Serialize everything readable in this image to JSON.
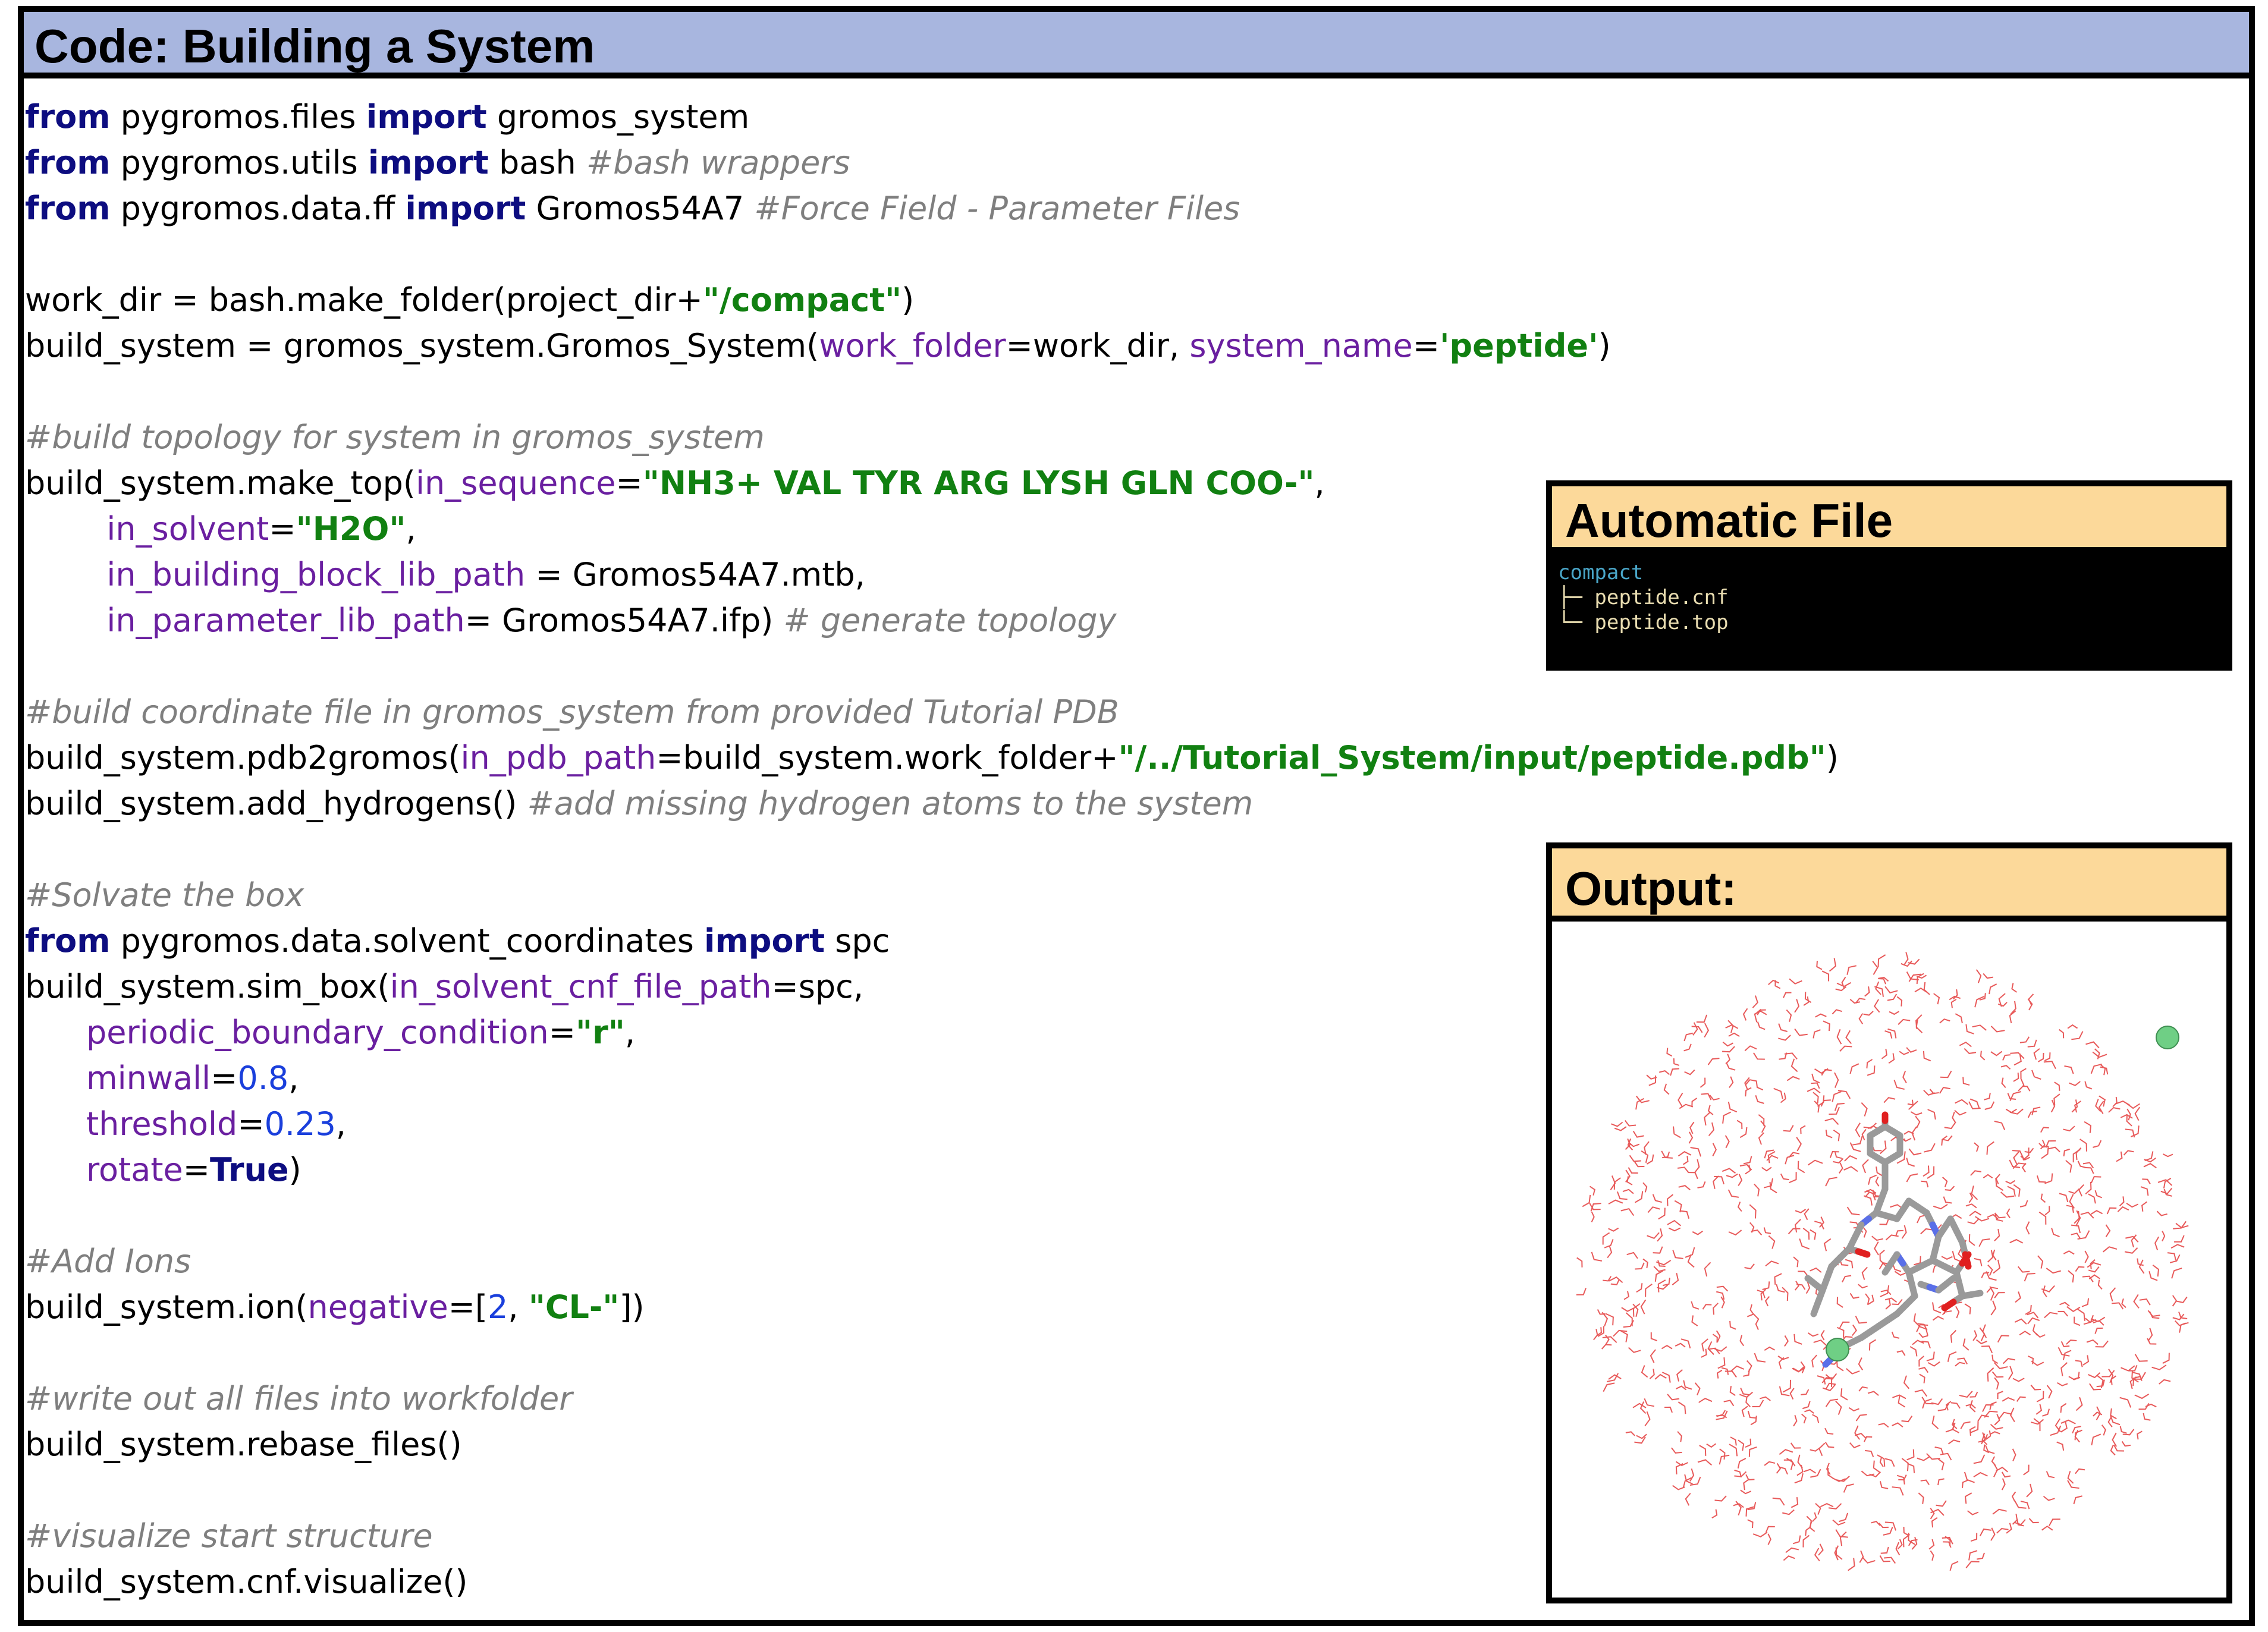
{
  "title": "Code: Building a System",
  "code_lines": [
    [
      {
        "t": "from",
        "c": "kw"
      },
      {
        "t": " pygromos.files "
      },
      {
        "t": "import",
        "c": "kw"
      },
      {
        "t": " gromos_system"
      }
    ],
    [
      {
        "t": "from",
        "c": "kw"
      },
      {
        "t": " pygromos.utils "
      },
      {
        "t": "import",
        "c": "kw"
      },
      {
        "t": " bash "
      },
      {
        "t": "#bash wrappers",
        "c": "cm"
      }
    ],
    [
      {
        "t": "from",
        "c": "kw"
      },
      {
        "t": " pygromos.data.ff "
      },
      {
        "t": "import",
        "c": "kw"
      },
      {
        "t": " Gromos54A7 "
      },
      {
        "t": "#Force Field - Parameter Files",
        "c": "cm"
      }
    ],
    [],
    [
      {
        "t": "work_dir = bash.make_folder(project_dir+"
      },
      {
        "t": "\"/compact\"",
        "c": "st"
      },
      {
        "t": ")"
      }
    ],
    [
      {
        "t": "build_system = gromos_system.Gromos_System("
      },
      {
        "t": "work_folder",
        "c": "pa"
      },
      {
        "t": "=work_dir, "
      },
      {
        "t": "system_name",
        "c": "pa"
      },
      {
        "t": "="
      },
      {
        "t": "'peptide'",
        "c": "st"
      },
      {
        "t": ")"
      }
    ],
    [],
    [
      {
        "t": "#build topology for system in gromos_system",
        "c": "cm"
      }
    ],
    [
      {
        "t": "build_system.make_top("
      },
      {
        "t": "in_sequence",
        "c": "pa"
      },
      {
        "t": "="
      },
      {
        "t": "\"NH3+ VAL TYR ARG LYSH GLN COO-\"",
        "c": "st"
      },
      {
        "t": ","
      }
    ],
    [
      {
        "t": "        "
      },
      {
        "t": "in_solvent",
        "c": "pa"
      },
      {
        "t": "="
      },
      {
        "t": "\"H2O\"",
        "c": "st"
      },
      {
        "t": ","
      }
    ],
    [
      {
        "t": "        "
      },
      {
        "t": "in_building_block_lib_path",
        "c": "pa"
      },
      {
        "t": " = Gromos54A7.mtb,"
      }
    ],
    [
      {
        "t": "        "
      },
      {
        "t": "in_parameter_lib_path",
        "c": "pa"
      },
      {
        "t": "= Gromos54A7.ifp) "
      },
      {
        "t": "# generate topology",
        "c": "cm"
      }
    ],
    [],
    [
      {
        "t": "#build coordinate file in gromos_system from provided Tutorial PDB",
        "c": "cm"
      }
    ],
    [
      {
        "t": "build_system.pdb2gromos("
      },
      {
        "t": "in_pdb_path",
        "c": "pa"
      },
      {
        "t": "=build_system.work_folder+"
      },
      {
        "t": "\"/../Tutorial_System/input/peptide.pdb\"",
        "c": "st"
      },
      {
        "t": ")"
      }
    ],
    [
      {
        "t": "build_system.add_hydrogens() "
      },
      {
        "t": "#add missing hydrogen atoms to the system",
        "c": "cm"
      }
    ],
    [],
    [
      {
        "t": "#Solvate the box",
        "c": "cm"
      }
    ],
    [
      {
        "t": "from",
        "c": "kw"
      },
      {
        "t": " pygromos.data.solvent_coordinates "
      },
      {
        "t": "import",
        "c": "kw"
      },
      {
        "t": " spc"
      }
    ],
    [
      {
        "t": "build_system.sim_box("
      },
      {
        "t": "in_solvent_cnf_file_path",
        "c": "pa"
      },
      {
        "t": "=spc,"
      }
    ],
    [
      {
        "t": "      "
      },
      {
        "t": "periodic_boundary_condition",
        "c": "pa"
      },
      {
        "t": "="
      },
      {
        "t": "\"r\"",
        "c": "st"
      },
      {
        "t": ","
      }
    ],
    [
      {
        "t": "      "
      },
      {
        "t": "minwall",
        "c": "pa"
      },
      {
        "t": "="
      },
      {
        "t": "0.8",
        "c": "nu"
      },
      {
        "t": ","
      }
    ],
    [
      {
        "t": "      "
      },
      {
        "t": "threshold",
        "c": "pa"
      },
      {
        "t": "="
      },
      {
        "t": "0.23",
        "c": "nu"
      },
      {
        "t": ","
      }
    ],
    [
      {
        "t": "      "
      },
      {
        "t": "rotate",
        "c": "pa"
      },
      {
        "t": "="
      },
      {
        "t": "True",
        "c": "bo"
      },
      {
        "t": ")"
      }
    ],
    [],
    [
      {
        "t": "#Add Ions",
        "c": "cm"
      }
    ],
    [
      {
        "t": "build_system.ion("
      },
      {
        "t": "negative",
        "c": "pa"
      },
      {
        "t": "=["
      },
      {
        "t": "2",
        "c": "nu"
      },
      {
        "t": ", "
      },
      {
        "t": "\"CL-\"",
        "c": "st"
      },
      {
        "t": "])"
      }
    ],
    [],
    [
      {
        "t": "#write out all files into workfolder",
        "c": "cm"
      }
    ],
    [
      {
        "t": "build_system.rebase_files()"
      }
    ],
    [],
    [
      {
        "t": "#visualize start structure",
        "c": "cm"
      }
    ],
    [
      {
        "t": "build_system.cnf.visualize()"
      }
    ]
  ],
  "file_panel": {
    "title": "Automatic File",
    "root": "compact",
    "files": [
      "peptide.cnf",
      "peptide.top"
    ]
  },
  "output_panel": {
    "title": "Output:"
  },
  "colors": {
    "title_bar": "#a8b6df",
    "panel_header": "#fcd99a",
    "water": "#e85a5a",
    "ion": "#6fcf85",
    "carbon": "#9a9a9a",
    "nitrogen": "#5a6fe8",
    "oxygen": "#e02020"
  }
}
